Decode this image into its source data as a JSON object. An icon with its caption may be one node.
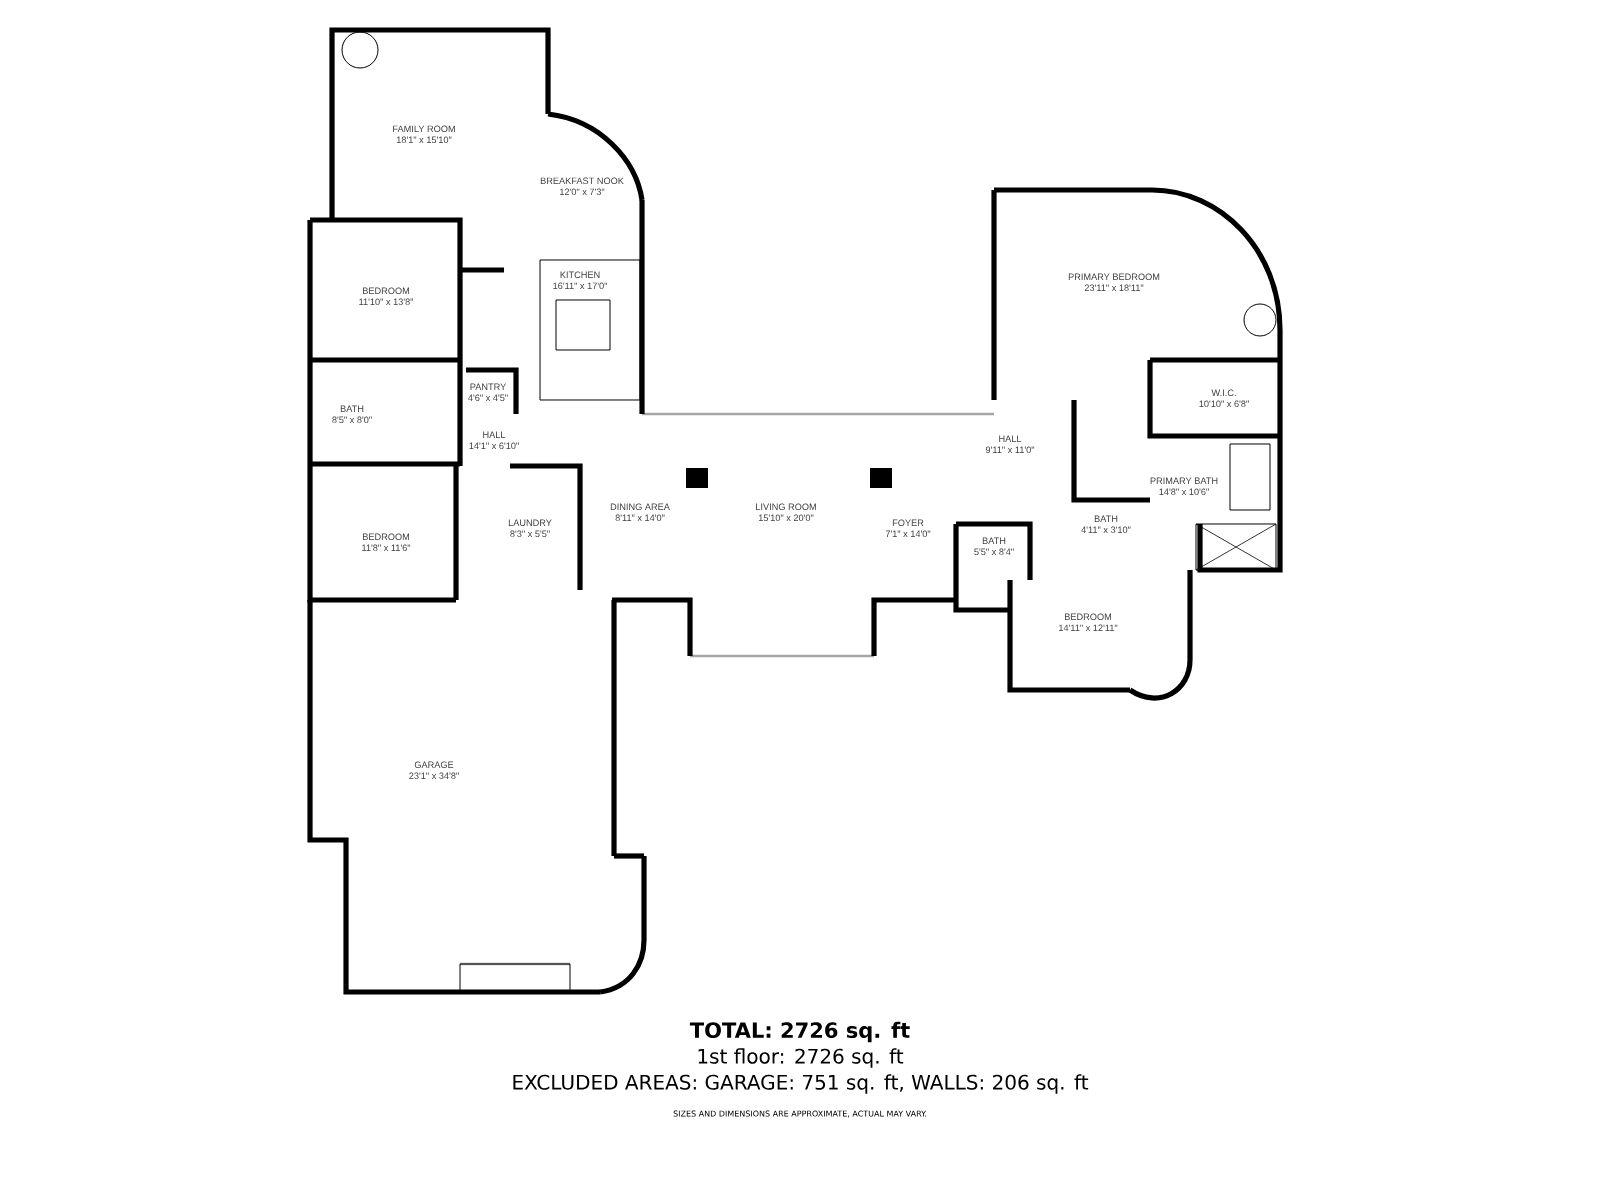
{
  "diagram": {
    "labels": [
      "FAMILY ROOM",
      "18'1\" x 15'10\"",
      "BREAKFAST NOOK",
      "12'0\" x 7'3\"",
      "BEDROOM",
      "11'10\" x 13'8\"",
      "KITCHEN",
      "16'11\" x 17'0\"",
      "PRIMARY BEDROOM",
      "23'11\" x 18'11\"",
      "W.I.C.",
      "10'10\" x 6'8\"",
      "PANTRY",
      "4'6\" x 4'5\"",
      "BATH",
      "8'5\" x 8'0\"",
      "HALL",
      "14'1\" x 6'10\"",
      "HALL",
      "9'11\" x 11'0\"",
      "PRIMARY BATH",
      "14'8\" x 10'6\"",
      "DINING AREA",
      "8'11\" x 14'0\"",
      "LIVING ROOM",
      "15'10\" x 20'0\"",
      "LAUNDRY",
      "8'3\" x 5'5\"",
      "BEDROOM",
      "11'8\" x 11'6\"",
      "BATH",
      "4'11\" x 3'10\"",
      "FOYER",
      "7'1\" x 14'0\"",
      "BATH",
      "5'5\" x 8'4\"",
      "BEDROOM",
      "14'11\" x 12'11\"",
      "GARAGE",
      "23'1\" x 34'8\"",
      "TOTAL: 2726 sq. ft",
      "1st floor: 2726 sq. ft",
      "EXCLUDED AREAS: GARAGE: 751 sq. ft, WALLS: 206 sq. ft",
      "SIZES AND DIMENSIONS ARE APPROXIMATE, ACTUAL MAY VARY."
    ]
  }
}
